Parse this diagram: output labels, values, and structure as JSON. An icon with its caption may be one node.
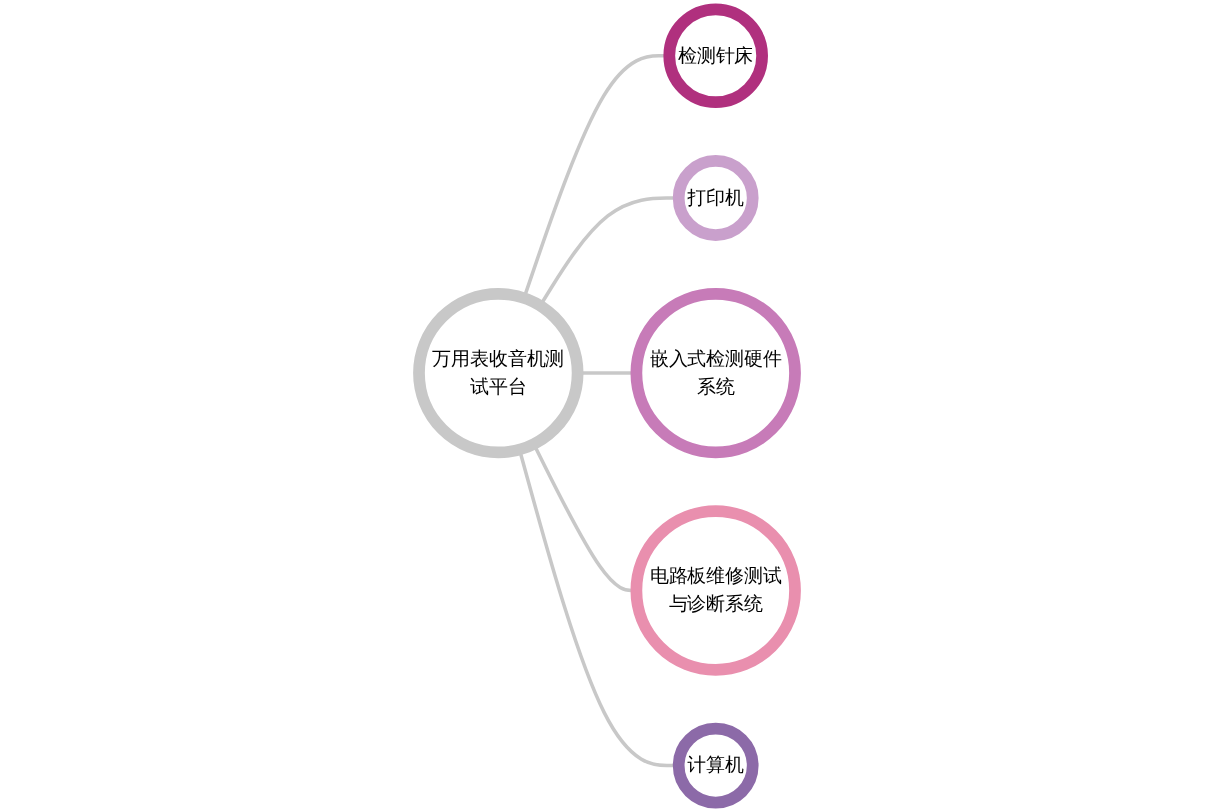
{
  "diagram": {
    "nodes": [
      {
        "text": [
          "万用表收音机测试平台"
        ]
      },
      {
        "text": [
          "检测针床"
        ]
      },
      {
        "text": [
          "打印机"
        ]
      },
      {
        "text": [
          "嵌入式检测硬件系统"
        ]
      },
      {
        "text": [
          "电路板维修测试与诊断系统"
        ]
      },
      {
        "text": [
          "计算机"
        ]
      }
    ],
    "edges": [
      {
        "from": 0,
        "to": 1,
        "arrow": "none"
      },
      {
        "from": 0,
        "to": 2,
        "arrow": "none"
      },
      {
        "from": 0,
        "to": 3,
        "arrow": "none"
      },
      {
        "from": 0,
        "to": 4,
        "arrow": "none"
      },
      {
        "from": 0,
        "to": 5,
        "arrow": "none"
      }
    ]
  }
}
